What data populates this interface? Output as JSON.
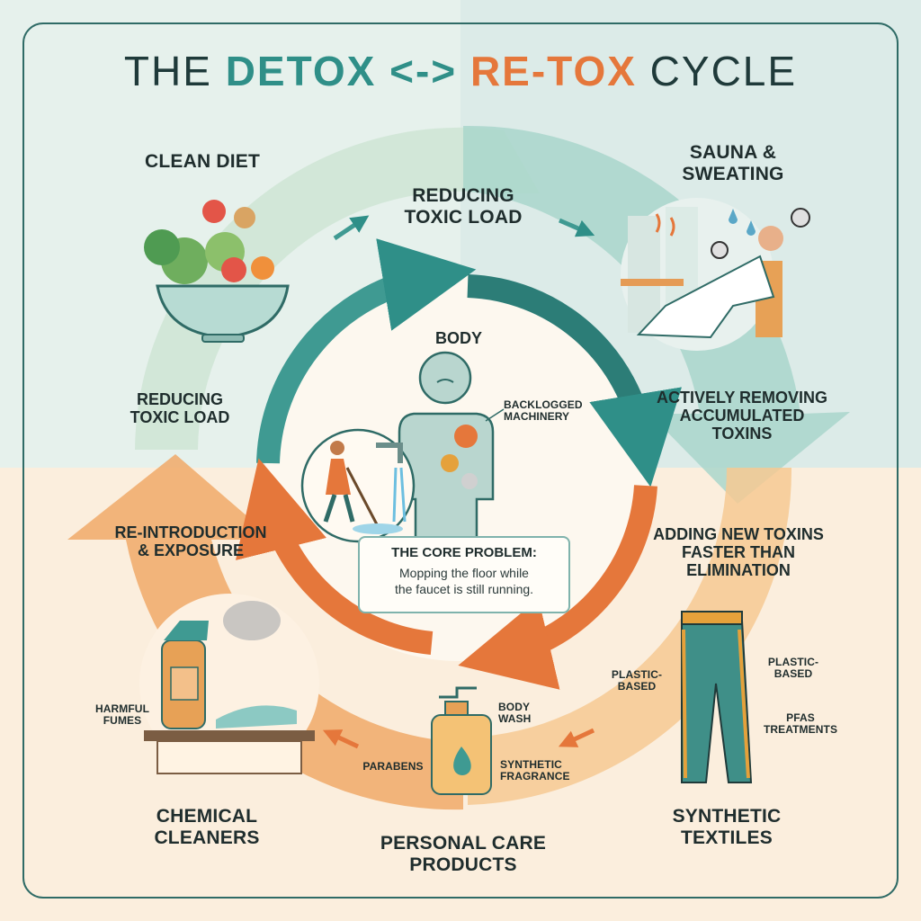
{
  "title": {
    "part1": "THE ",
    "part2": "DETOX",
    "part3": " <-> ",
    "part4": "RE-TOX",
    "part5": " CYCLE"
  },
  "labels": {
    "clean_diet": "CLEAN DIET",
    "reducing_top_1": "REDUCING",
    "reducing_top_2": "TOXIC LOAD",
    "sauna_1": "SAUNA &",
    "sauna_2": "SWEATING",
    "reducing_left_1": "REDUCING",
    "reducing_left_2": "TOXIC LOAD",
    "body": "BODY",
    "backlogged_1": "BACKLOGGED",
    "backlogged_2": "MACHINERY",
    "actively_1": "ACTIVELY REMOVING",
    "actively_2": "ACCUMULATED",
    "actively_3": "TOXINS",
    "reintro_1": "RE-INTRODUCTION",
    "reintro_2": "& EXPOSURE",
    "adding_1": "ADDING NEW TOXINS",
    "adding_2": "FASTER THAN",
    "adding_3": "ELIMINATION",
    "harmful_1": "HARMFUL",
    "harmful_2": "FUMES",
    "body_wash_1": "BODY",
    "body_wash_2": "WASH",
    "plastic_left_1": "PLASTIC-",
    "plastic_left_2": "BASED",
    "plastic_right_1": "PLASTIC-",
    "plastic_right_2": "BASED",
    "pfas_1": "PFAS",
    "pfas_2": "TREATMENTS",
    "parabens": "PARABENS",
    "synthetic_fragrance_1": "SYNTHETIC",
    "synthetic_fragrance_2": "FRAGRANCE",
    "chemical_1": "CHEMICAL",
    "chemical_2": "CLEANERS",
    "personal_1": "PERSONAL CARE",
    "personal_2": "PRODUCTS",
    "textiles_1": "SYNTHETIC",
    "textiles_2": "TEXTILES"
  },
  "core_problem": {
    "heading": "THE CORE PROBLEM:",
    "line1": "Mopping the floor while",
    "line2": "the faucet is still running."
  },
  "colors": {
    "teal": "#2f8f88",
    "orange": "#e5773b",
    "mint_bg": "#dcefe6",
    "peach_bg": "#fbe6cc"
  }
}
